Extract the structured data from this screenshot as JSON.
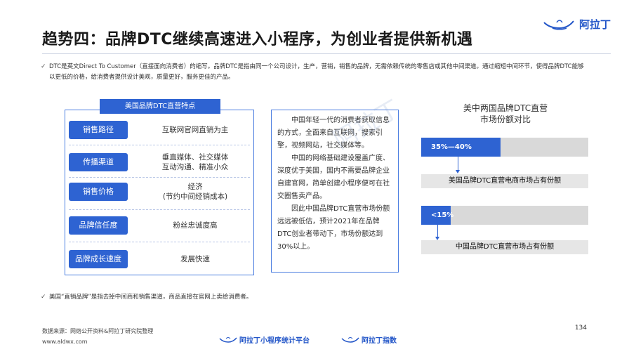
{
  "header": {
    "title": "趋势四：品牌DTC继续高速进入小程序，为创业者提供新机遇",
    "logo_text": "阿拉丁"
  },
  "intro": "DTC是英文Direct To Customer（直接面向消费者）的缩写。品牌DTC是指由同一个公司设计，生产，营销，销售的品牌，无需依赖传统的零售店或其他中间渠道。通过缩短中间环节，使得品牌DTC能够以更低的价格，给消费者提供设计美观，质量更好，服务更佳的产品。",
  "features": {
    "heading": "美国品牌DTC直营特点",
    "rows": [
      {
        "label": "销售路径",
        "desc": "互联网官网直销为主"
      },
      {
        "label": "传播渠道",
        "desc": "垂直媒体、社交媒体\n互动沟通、精准小众"
      },
      {
        "label": "销售价格",
        "desc": "经济\n(节约中间经销成本)"
      },
      {
        "label": "品牌信任度",
        "desc": "粉丝忠诚度高"
      },
      {
        "label": "品牌成长速度",
        "desc": "发展快速"
      }
    ]
  },
  "middle_text": [
    "中国年轻一代的消费者获取信息的方式，全面来自互联网，搜索引擎，视频网站，社交媒体等。",
    "中国的网络基础建设覆盖广度、深度优于美国，国内不需要品牌企业自建官网，简单创建小程序便可在社交圈售卖产品。",
    "因此中国品牌DTC直营市场份额远远被低估，预计2021年在品牌DTC创业者带动下，市场份额达到30%以上。"
  ],
  "watermark": "阿拉丁",
  "comparison": {
    "title": "美中两国品牌DTC直营\n市场份额对比",
    "bars": [
      {
        "value_label": "35%—40%",
        "fill_fraction": 0.475,
        "caption": "美国品牌DTC直营电商市场占有份额"
      },
      {
        "value_label": "<15%",
        "fill_fraction": 0.175,
        "caption": "中国品牌DTC直营市场占有份额"
      }
    ],
    "bar_color": "#2e63d2",
    "track_color": "#d9d9d9"
  },
  "footnote": "美国“直销品牌”是指去掉中间商和销售渠道，商品直接在官网上卖给消费者。",
  "footer": {
    "page_number": "134",
    "source": "数据来源：网络公开资料&阿拉丁研究院整理",
    "website": "www.aldwx.com",
    "brand1": "阿拉丁小程序统计平台",
    "brand2": "阿拉丁指数"
  }
}
